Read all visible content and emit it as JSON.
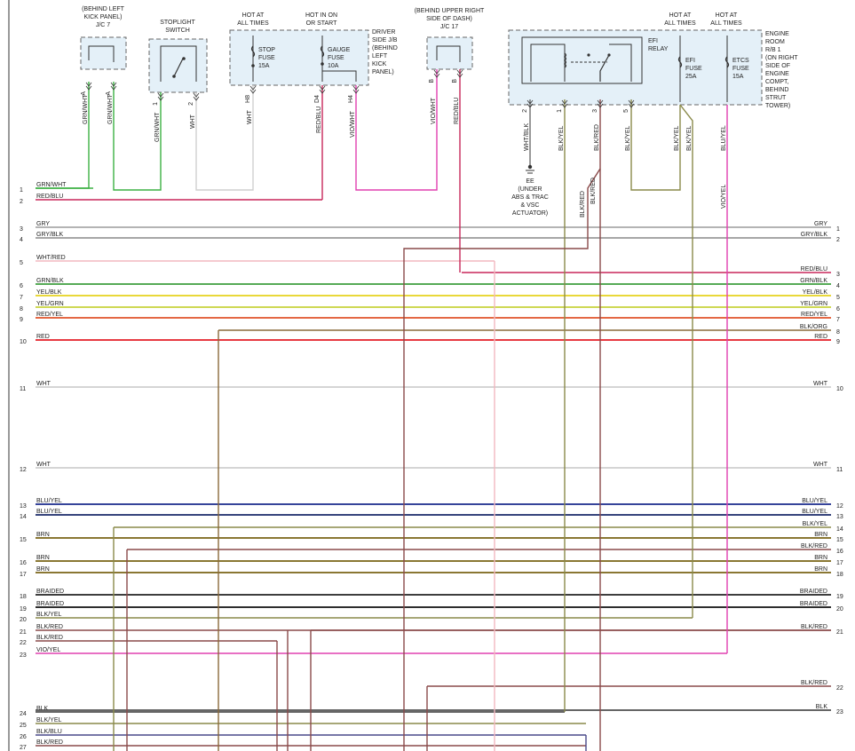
{
  "components": {
    "jc7": {
      "label": [
        "(BEHIND LEFT",
        "KICK PANEL)",
        "J/C 7"
      ]
    },
    "stoplight": {
      "label": [
        "STOPLIGHT",
        "SWITCH"
      ]
    },
    "stop_fuse": {
      "header": [
        "HOT AT",
        "ALL TIMES"
      ],
      "label": [
        "STOP",
        "FUSE",
        "15A"
      ]
    },
    "gauge_fuse": {
      "header": [
        "HOT IN ON",
        "OR START"
      ],
      "label": [
        "GAUGE",
        "FUSE",
        "10A"
      ]
    },
    "driver_jb": {
      "label": [
        "DRIVER",
        "SIDE J/B",
        "(BEHIND",
        "LEFT",
        "KICK",
        "PANEL)"
      ]
    },
    "jc17": {
      "label": [
        "(BEHIND UPPER RIGHT",
        "SIDE OF DASH)",
        "J/C 17"
      ]
    },
    "efi_relay": {
      "label": [
        "EFI",
        "RELAY"
      ]
    },
    "efi_fuse": {
      "header": [
        "HOT AT",
        "ALL TIMES"
      ],
      "label": [
        "EFI",
        "FUSE",
        "25A"
      ]
    },
    "etcs_fuse": {
      "header": [
        "HOT AT",
        "ALL TIMES"
      ],
      "label": [
        "ETCS",
        "FUSE",
        "15A"
      ]
    },
    "engine_rb": {
      "label": [
        "ENGINE",
        "ROOM",
        "R/B 1",
        "(ON RIGHT",
        "SIDE OF",
        "ENGINE",
        "COMPT,",
        "BEHIND",
        "STRUT",
        "TOWER)"
      ]
    },
    "ground_ee": {
      "label": [
        "EE",
        "(UNDER",
        "ABS & TRAC",
        "& VSC",
        "ACTUATOR)"
      ]
    }
  },
  "pins": [
    "A",
    "A",
    "1",
    "2",
    "H8",
    "D4",
    "H4",
    "B",
    "B",
    "2",
    "1",
    "3",
    "5"
  ],
  "vertical_wire_labels": [
    "GRN/WHT",
    "GRN/WHT",
    "GRN/WHT",
    "WHT",
    "WHT",
    "RED/BLU",
    "VIO/WHT",
    "VIO/WHT",
    "RED/BLU",
    "WHT/BLK",
    "BLK/YEL",
    "BLK/RED",
    "BLK/YEL",
    "BLK/YEL",
    "BLK/YEL",
    "BLU/YEL",
    "BLK/RED",
    "BLK/RED",
    "VIO/YEL"
  ],
  "left_rows": [
    {
      "n": "1",
      "label": "GRN/WHT",
      "color": "#3cb043"
    },
    {
      "n": "2",
      "label": "RED/BLU",
      "color": "#c8275a"
    },
    {
      "n": "3",
      "label": "GRY",
      "color": "#a9a9a9"
    },
    {
      "n": "4",
      "label": "GRY/BLK",
      "color": "#9a9a9a"
    },
    {
      "n": "5",
      "label": "WHT/RED",
      "color": "#f2b8c0"
    },
    {
      "n": "6",
      "label": "GRN/BLK",
      "color": "#3e9e3e"
    },
    {
      "n": "7",
      "label": "YEL/BLK",
      "color": "#e6d21e"
    },
    {
      "n": "8",
      "label": "YEL/GRN",
      "color": "#c8d23c"
    },
    {
      "n": "9",
      "label": "RED/YEL",
      "color": "#e0522a"
    },
    {
      "n": "10",
      "label": "RED",
      "color": "#e41e26"
    },
    {
      "n": "11",
      "label": "WHT",
      "color": "#cfcfcf"
    },
    {
      "n": "12",
      "label": "WHT",
      "color": "#cfcfcf"
    },
    {
      "n": "13",
      "label": "BLU/YEL",
      "color": "#1a2a8c"
    },
    {
      "n": "14",
      "label": "BLU/YEL",
      "color": "#1a2a6a"
    },
    {
      "n": "15",
      "label": "BRN",
      "color": "#7a6416"
    },
    {
      "n": "16",
      "label": "BRN",
      "color": "#7a6416"
    },
    {
      "n": "17",
      "label": "BRN",
      "color": "#7a6416"
    },
    {
      "n": "18",
      "label": "BRAIDED",
      "color": "#222222"
    },
    {
      "n": "19",
      "label": "BRAIDED",
      "color": "#111111"
    },
    {
      "n": "20",
      "label": "BLK/YEL",
      "color": "#8a8a4a"
    },
    {
      "n": "21",
      "label": "BLK/RED",
      "color": "#8a4a4a"
    },
    {
      "n": "22",
      "label": "BLK/RED",
      "color": "#8a4a4a"
    },
    {
      "n": "23",
      "label": "VIO/YEL",
      "color": "#e040b0"
    },
    {
      "n": "24",
      "label": "BLK",
      "color": "#333333"
    },
    {
      "n": "25",
      "label": "BLK/YEL",
      "color": "#8a8a4a"
    },
    {
      "n": "26",
      "label": "BLK/BLU",
      "color": "#4a4a8a"
    },
    {
      "n": "27",
      "label": "BLK/RED",
      "color": "#8a4a4a"
    }
  ],
  "right_rows": [
    {
      "n": "1",
      "label": "GRY",
      "color": "#a9a9a9"
    },
    {
      "n": "2",
      "label": "GRY/BLK",
      "color": "#9a9a9a"
    },
    {
      "n": "3",
      "label": "RED/BLU",
      "color": "#c8275a"
    },
    {
      "n": "4",
      "label": "GRN/BLK",
      "color": "#3e9e3e"
    },
    {
      "n": "5",
      "label": "YEL/BLK",
      "color": "#e6d21e"
    },
    {
      "n": "6",
      "label": "YEL/GRN",
      "color": "#c8d23c"
    },
    {
      "n": "7",
      "label": "RED/YEL",
      "color": "#e0522a"
    },
    {
      "n": "8",
      "label": "BLK/ORG",
      "color": "#8a6a3a"
    },
    {
      "n": "9",
      "label": "RED",
      "color": "#e41e26"
    },
    {
      "n": "10",
      "label": "WHT",
      "color": "#cfcfcf"
    },
    {
      "n": "11",
      "label": "WHT",
      "color": "#cfcfcf"
    },
    {
      "n": "12",
      "label": "BLU/YEL",
      "color": "#1a2a8c"
    },
    {
      "n": "13",
      "label": "BLU/YEL",
      "color": "#1a2a6a"
    },
    {
      "n": "14",
      "label": "BLK/YEL",
      "color": "#8a8a4a"
    },
    {
      "n": "15",
      "label": "BRN",
      "color": "#7a6416"
    },
    {
      "n": "16",
      "label": "BLK/RED",
      "color": "#8a4a4a"
    },
    {
      "n": "17",
      "label": "BRN",
      "color": "#7a6416"
    },
    {
      "n": "18",
      "label": "BRN",
      "color": "#7a6416"
    },
    {
      "n": "19",
      "label": "BRAIDED",
      "color": "#222222"
    },
    {
      "n": "20",
      "label": "BRAIDED",
      "color": "#111111"
    },
    {
      "n": "21",
      "label": "BLK/RED",
      "color": "#8a4a4a"
    },
    {
      "n": "22",
      "label": "BLK/RED",
      "color": "#8a4a4a"
    },
    {
      "n": "23",
      "label": "BLK",
      "color": "#333333"
    }
  ]
}
